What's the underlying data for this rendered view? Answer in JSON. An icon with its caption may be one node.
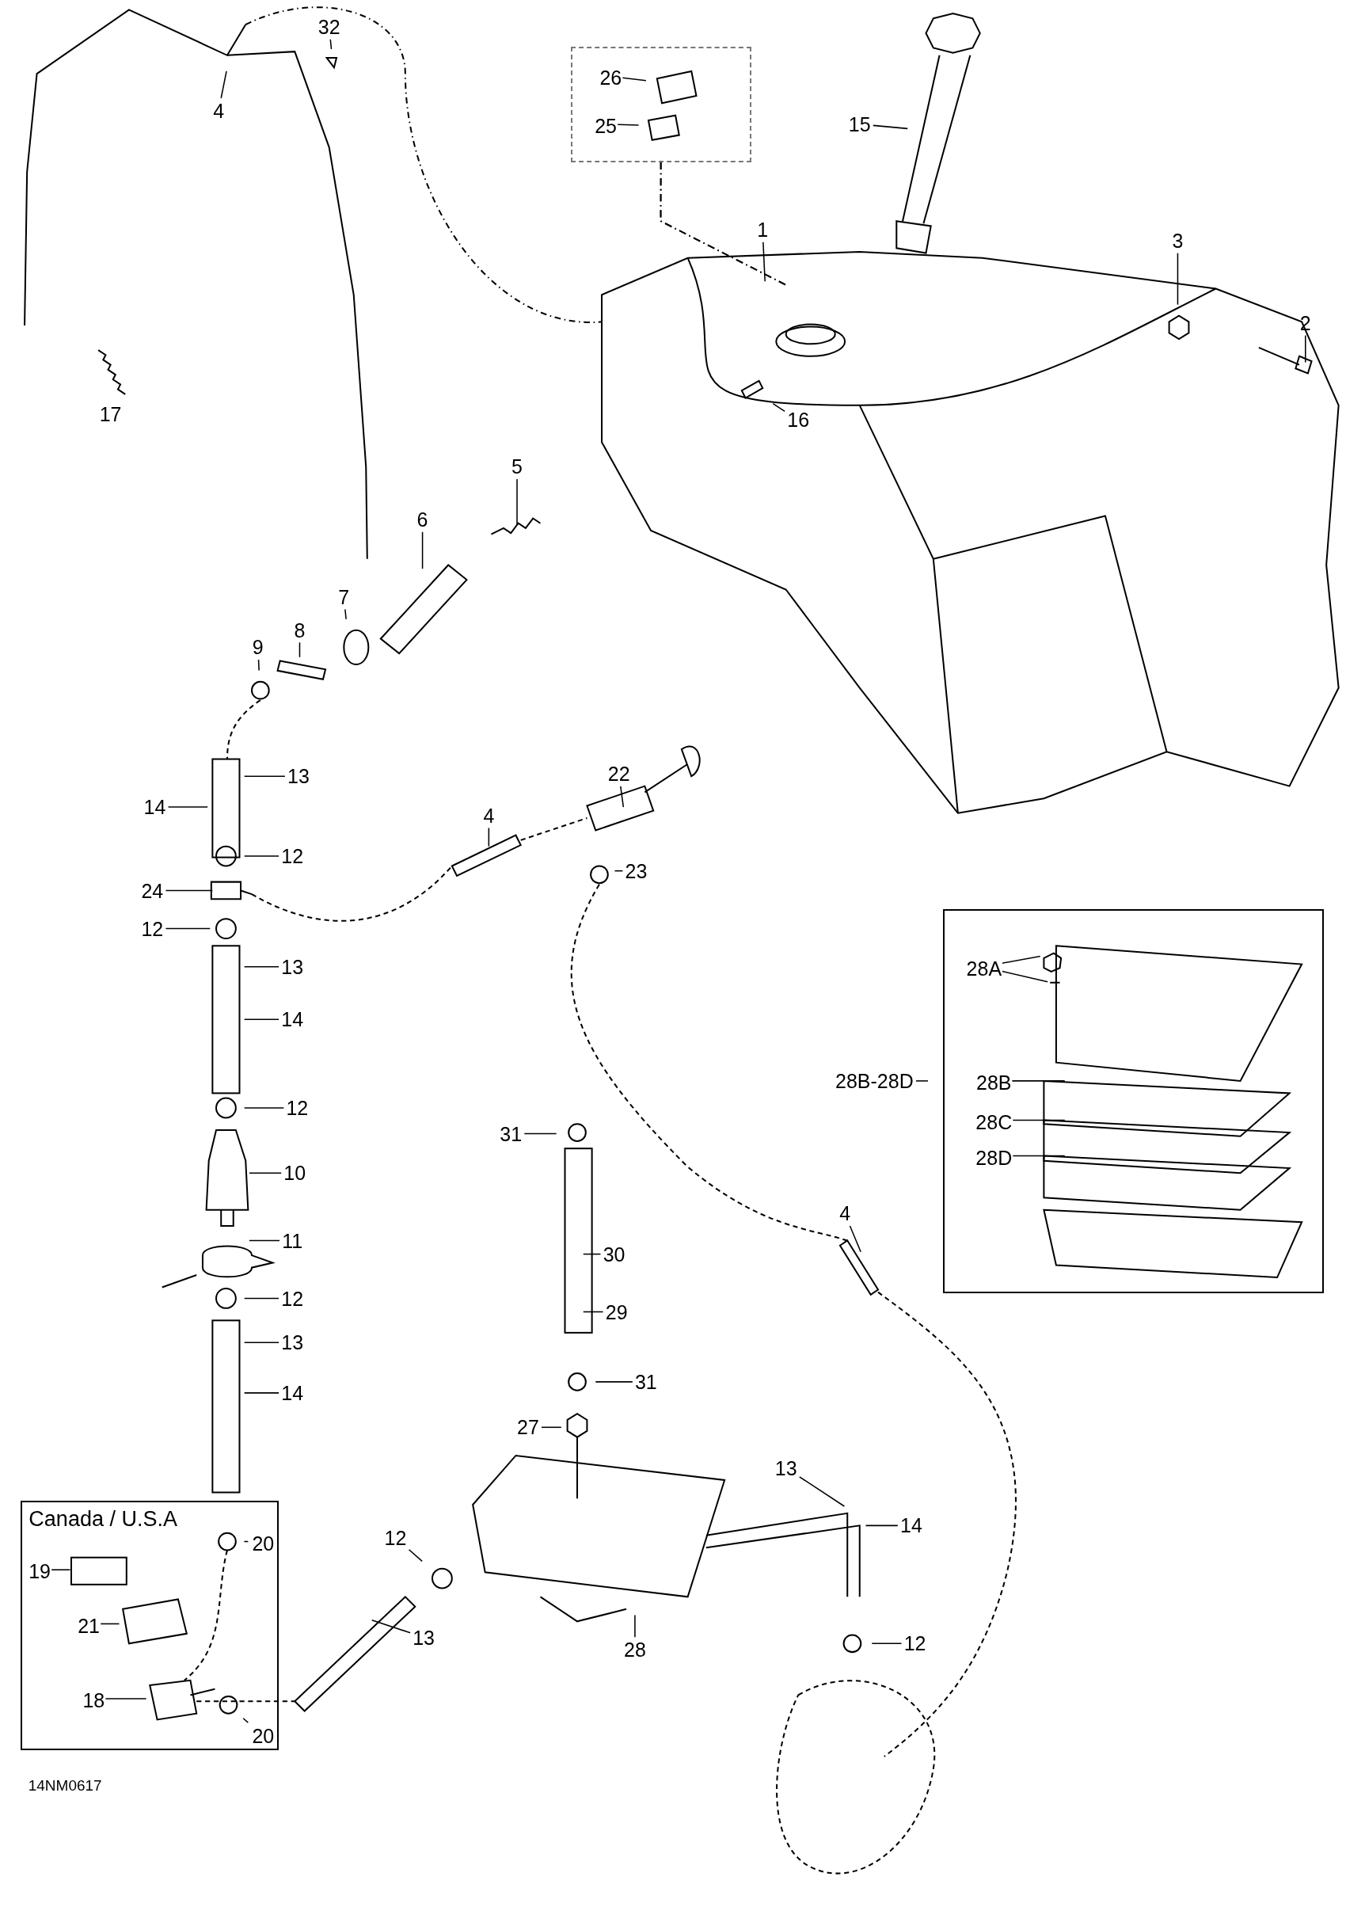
{
  "diagram": {
    "nodes": [
      {
        "text": [
          "4"
        ]
      },
      {
        "text": [
          "32"
        ]
      },
      {
        "text": [],
        "shape": "box"
      },
      {
        "text": [
          "26"
        ],
        "in": 2
      },
      {
        "text": [
          "25"
        ],
        "in": 2
      },
      {
        "text": [
          "15"
        ]
      },
      {
        "text": [
          "1"
        ]
      },
      {
        "text": [
          "3"
        ]
      },
      {
        "text": [
          "2"
        ]
      },
      {
        "text": [
          "16"
        ]
      },
      {
        "text": [
          "5"
        ]
      },
      {
        "text": [
          "6"
        ]
      },
      {
        "text": [
          "7"
        ]
      },
      {
        "text": [
          "8"
        ]
      },
      {
        "text": [
          "9"
        ]
      },
      {
        "text": [
          "22"
        ]
      },
      {
        "text": [
          "13"
        ]
      },
      {
        "text": [
          "14"
        ]
      },
      {
        "text": [
          "4"
        ]
      },
      {
        "text": [
          "12"
        ]
      },
      {
        "text": [
          "24"
        ]
      },
      {
        "text": [
          "23"
        ]
      },
      {
        "text": [
          "12"
        ]
      },
      {
        "text": [],
        "shape": "box"
      },
      {
        "text": [
          "28A"
        ],
        "in": 23
      },
      {
        "text": [
          "13"
        ]
      },
      {
        "text": [
          "14"
        ]
      },
      {
        "text": [
          "28B-28D"
        ]
      },
      {
        "text": [
          "28B"
        ],
        "in": 23
      },
      {
        "text": [
          "28C"
        ],
        "in": 23
      },
      {
        "text": [
          "28D"
        ],
        "in": 23
      },
      {
        "text": [
          "12"
        ]
      },
      {
        "text": [
          "31"
        ]
      },
      {
        "text": [
          "10"
        ]
      },
      {
        "text": [
          "4"
        ]
      },
      {
        "text": [
          "30"
        ]
      },
      {
        "text": [
          "11"
        ]
      },
      {
        "text": [
          "29"
        ]
      },
      {
        "text": [
          "12"
        ]
      },
      {
        "text": [
          "13"
        ]
      },
      {
        "text": [
          "31"
        ]
      },
      {
        "text": [
          "14"
        ]
      },
      {
        "text": [
          "27"
        ]
      },
      {
        "text": [
          "13"
        ]
      },
      {
        "text": [
          "Canada / U.S.A"
        ]
      },
      {
        "text": [
          "20"
        ],
        "in": 44
      },
      {
        "text": [
          "14"
        ]
      },
      {
        "text": [
          "12"
        ]
      },
      {
        "text": [
          "19"
        ],
        "in": 44
      },
      {
        "text": [
          "21"
        ],
        "in": 44
      },
      {
        "text": [
          "13"
        ]
      },
      {
        "text": [
          "28"
        ]
      },
      {
        "text": [
          "12"
        ]
      },
      {
        "text": [
          "18"
        ],
        "in": 44
      },
      {
        "text": [
          "20"
        ],
        "in": 44
      }
    ],
    "edges": [
      {
        "from": 0,
        "to": null,
        "arrow": "none"
      },
      {
        "from": 1,
        "to": null,
        "arrow": "none"
      },
      {
        "from": 2,
        "to": null,
        "arrow": "none",
        "style": "dashed"
      },
      {
        "from": 3,
        "to": null,
        "arrow": "none"
      },
      {
        "from": 4,
        "to": null,
        "arrow": "none"
      },
      {
        "from": 5,
        "to": null,
        "arrow": "none"
      },
      {
        "from": 6,
        "to": null,
        "arrow": "none"
      },
      {
        "from": 7,
        "to": null,
        "arrow": "none"
      },
      {
        "from": 8,
        "to": null,
        "arrow": "none"
      },
      {
        "from": 9,
        "to": null,
        "arrow": "none"
      },
      {
        "from": 10,
        "to": null,
        "arrow": "none"
      },
      {
        "from": 11,
        "to": null,
        "arrow": "none"
      },
      {
        "from": 12,
        "to": null,
        "arrow": "none"
      },
      {
        "from": 13,
        "to": null,
        "arrow": "none"
      },
      {
        "from": 14,
        "to": null,
        "arrow": "none"
      },
      {
        "from": 15,
        "to": null,
        "arrow": "none"
      },
      {
        "from": 16,
        "to": null,
        "arrow": "none"
      },
      {
        "from": 17,
        "to": null,
        "arrow": "none"
      },
      {
        "from": 18,
        "to": null,
        "arrow": "none"
      },
      {
        "from": 19,
        "to": null,
        "arrow": "none"
      },
      {
        "from": 20,
        "to": null,
        "arrow": "none"
      },
      {
        "from": 21,
        "to": null,
        "arrow": "none"
      },
      {
        "from": 22,
        "to": null,
        "arrow": "none"
      },
      {
        "from": 24,
        "to": null,
        "arrow": "none"
      },
      {
        "from": 24,
        "to": null,
        "arrow": "none"
      },
      {
        "from": 25,
        "to": null,
        "arrow": "none"
      },
      {
        "from": 26,
        "to": null,
        "arrow": "none"
      },
      {
        "from": 27,
        "to": null,
        "arrow": "none"
      },
      {
        "from": 28,
        "to": null,
        "arrow": "none"
      },
      {
        "from": 29,
        "to": null,
        "arrow": "none"
      },
      {
        "from": 30,
        "to": null,
        "arrow": "none"
      },
      {
        "from": 31,
        "to": null,
        "arrow": "none"
      },
      {
        "from": 32,
        "to": null,
        "arrow": "none"
      },
      {
        "from": 33,
        "to": null,
        "arrow": "none"
      },
      {
        "from": 34,
        "to": null,
        "arrow": "none"
      },
      {
        "from": 35,
        "to": null,
        "arrow": "none"
      },
      {
        "from": 36,
        "to": null,
        "arrow": "none"
      },
      {
        "from": 37,
        "to": null,
        "arrow": "none"
      },
      {
        "from": 38,
        "to": null,
        "arrow": "none"
      },
      {
        "from": 39,
        "to": null,
        "arrow": "none"
      },
      {
        "from": 40,
        "to": null,
        "arrow": "none"
      },
      {
        "from": 41,
        "to": null,
        "arrow": "none"
      },
      {
        "from": 42,
        "to": null,
        "arrow": "none"
      },
      {
        "from": 43,
        "to": null,
        "arrow": "none"
      },
      {
        "from": 45,
        "to": null,
        "arrow": "none"
      },
      {
        "from": 46,
        "to": null,
        "arrow": "none"
      },
      {
        "from": 47,
        "to": null,
        "arrow": "none"
      },
      {
        "from": 48,
        "to": null,
        "arrow": "none"
      },
      {
        "from": 49,
        "to": null,
        "arrow": "none"
      },
      {
        "from": 50,
        "to": null,
        "arrow": "none"
      },
      {
        "from": 51,
        "to": null,
        "arrow": "none"
      },
      {
        "from": 52,
        "to": null,
        "arrow": "none"
      },
      {
        "from": 53,
        "to": null,
        "arrow": "none"
      },
      {
        "from": 54,
        "to": null,
        "arrow": "none"
      }
    ],
    "labels": [
      "17",
      "14NM0617"
    ]
  }
}
